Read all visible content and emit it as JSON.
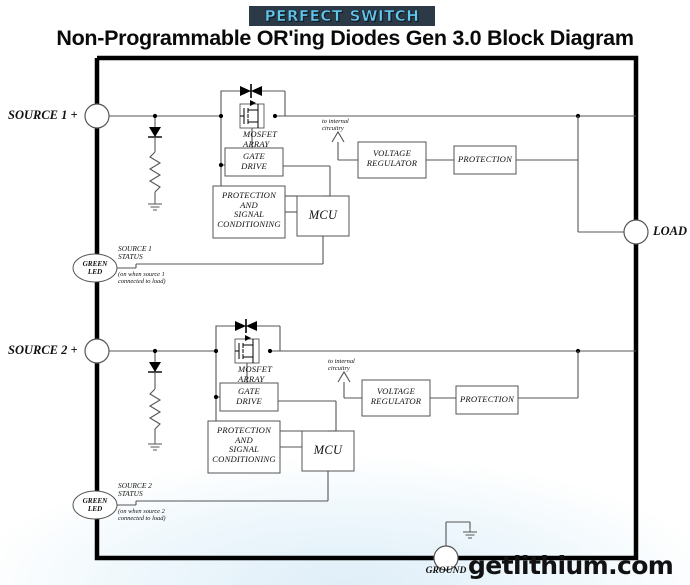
{
  "header": {
    "logo_word_1": "PERFECT",
    "logo_word_2": "SWITCH",
    "logo_bg": "#2b3a46",
    "logo_fg": "#63c6ef",
    "title": "Non-Programmable OR'ing Diodes Gen 3.0 Block Diagram"
  },
  "footer": {
    "brand": "getlithium.com"
  },
  "terminals": {
    "source1": "SOURCE 1 +",
    "source2": "SOURCE 2 +",
    "load": "LOAD",
    "ground": "GROUND"
  },
  "channel1": {
    "mosfet_array": "MOSFET\nARRAY",
    "gate_drive": "GATE\nDRIVE",
    "protection_signal": "PROTECTION\nAND\nSIGNAL\nCONDITIONING",
    "mcu": "MCU",
    "voltage_regulator": "VOLTAGE\nREGULATOR",
    "protection": "PROTECTION",
    "to_internal": "to internal\ncircuitry",
    "led": "GREEN\nLED",
    "status_title": "SOURCE 1\nSTATUS",
    "status_note": "(on when source 1\nconnected to load)"
  },
  "channel2": {
    "mosfet_array": "MOSFET\nARRAY",
    "gate_drive": "GATE\nDRIVE",
    "protection_signal": "PROTECTION\nAND\nSIGNAL\nCONDITIONING",
    "mcu": "MCU",
    "voltage_regulator": "VOLTAGE\nREGULATOR",
    "protection": "PROTECTION",
    "to_internal": "to internal\ncircuitry",
    "led": "GREEN\nLED",
    "status_title": "SOURCE 2\nSTATUS",
    "status_note": "(on when source 2\nconnected to load)"
  },
  "diagram_meta": {
    "type": "block-diagram",
    "enclosure_stroke": "#000000",
    "wire_stroke": "#555555",
    "background": "#ffffff"
  }
}
